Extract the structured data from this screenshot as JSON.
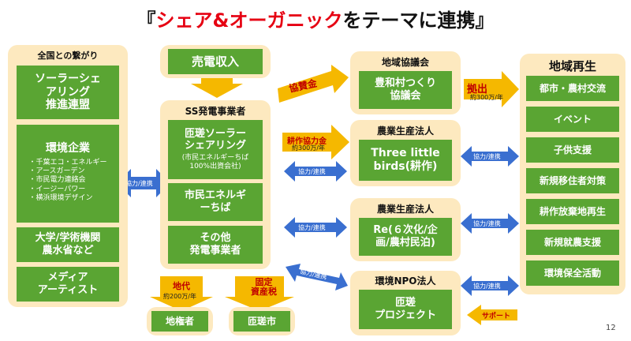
{
  "title": {
    "open": "『",
    "highlight": "シェア&オーガニック",
    "rest": "をテーマに連携",
    "close": "』"
  },
  "left": {
    "header": "全国との繋がり",
    "box1": [
      "ソーラーシェ",
      "アリング",
      "推進連盟"
    ],
    "box2_title": "環境企業",
    "box2_items": [
      "・千葉エコ・エネルギー",
      "・アースガーデン",
      "・市民電力連絡会",
      "・イージーパワー",
      "・横浜環境デザイン"
    ],
    "box3": [
      "大学/学術機関",
      "農水省など"
    ],
    "box4": [
      "メディア",
      "アーティスト"
    ]
  },
  "center": {
    "revenue": "売電収入",
    "header": "SS発電事業者",
    "box1": [
      "匝瑳ソーラー",
      "シェアリング"
    ],
    "box1_sub": [
      "(市民エネルギーちば",
      "100%出資会社)"
    ],
    "box2": [
      "市民エネルギ",
      "ーちば"
    ],
    "box3": [
      "その他",
      "発電事業者"
    ]
  },
  "bottom": {
    "arrow1": "地代",
    "arrow1_sub": "約200万/年",
    "arrow2": [
      "固定",
      "資産税"
    ],
    "box1": "地権者",
    "box2": "匝瑳市"
  },
  "mid": {
    "box1_header": "地域協議会",
    "box1": [
      "豊和村つくり",
      "協議会"
    ],
    "box2_header": "農業生産法人",
    "box2": [
      "Three little",
      "birds(耕作)"
    ],
    "box3_header": "農業生産法人",
    "box3": [
      "Re(６次化/企",
      "画/農村民泊)"
    ],
    "box4_header": "環境NPO法人",
    "box4": [
      "匝瑳",
      "プロジェクト"
    ]
  },
  "arrows": {
    "kyosan": "協賛金",
    "kosaku": "耕作協力金",
    "kosaku_sub": "約300万/年",
    "kyoshutsu": "拠出",
    "kyoshutsu_sub": "約300万/年",
    "support": "サポート",
    "coop": "協力/連携"
  },
  "right": {
    "header": "地域再生",
    "items": [
      "都市・農村交流",
      "イベント",
      "子供支援",
      "新規移住者対策",
      "耕作放棄地再生",
      "新規就農支援",
      "環境保全活動"
    ]
  },
  "page_number": "12",
  "colors": {
    "panel": "#fde9bf",
    "green": "#5aa533",
    "arrow_orange": "#f5b800",
    "arrow_blue": "#3a6fd0",
    "title_red": "#e60012"
  }
}
